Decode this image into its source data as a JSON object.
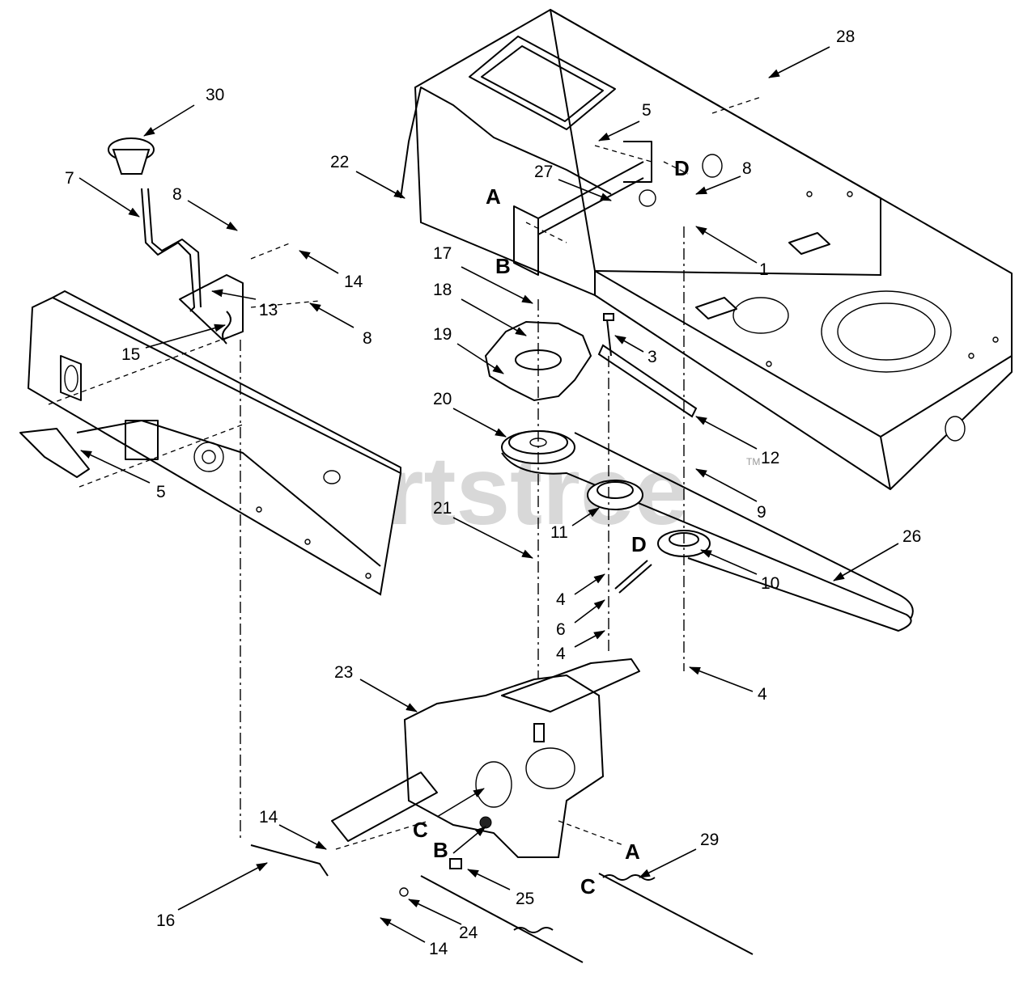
{
  "watermark": "Partstree",
  "trademark": "TM",
  "callouts": [
    "30",
    "7",
    "8",
    "14",
    "13",
    "8",
    "15",
    "5",
    "28",
    "5",
    "22",
    "27",
    "D",
    "8",
    "A",
    "17",
    "B",
    "1",
    "18",
    "3",
    "19",
    "20",
    "12",
    "9",
    "21",
    "11",
    "26",
    "D",
    "10",
    "4",
    "6",
    "4",
    "4",
    "23",
    "14",
    "C",
    "B",
    "A",
    "29",
    "C",
    "25",
    "16",
    "24",
    "14"
  ]
}
